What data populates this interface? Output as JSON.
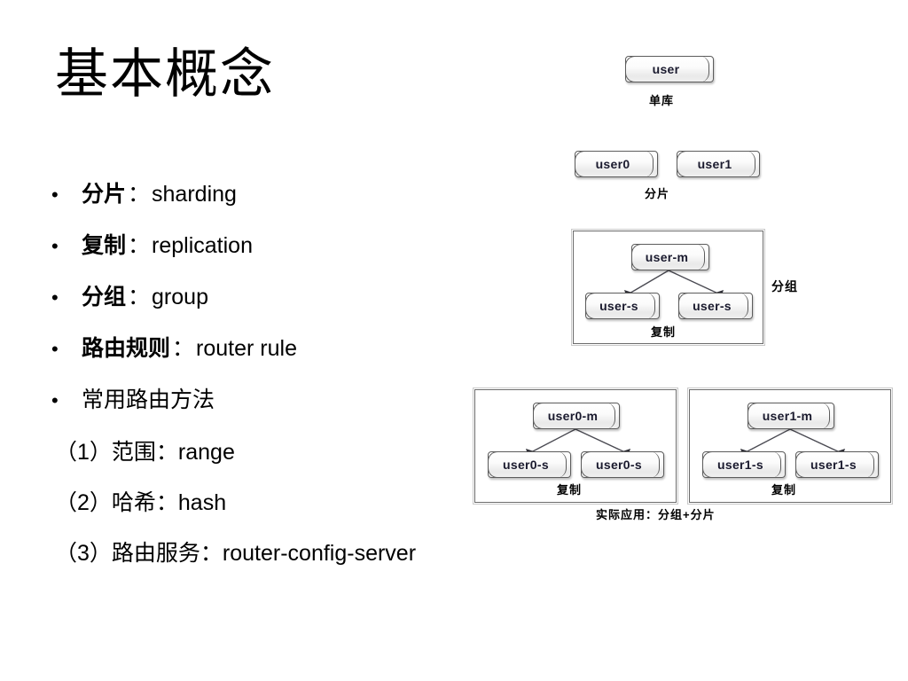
{
  "slide": {
    "title": "基本概念"
  },
  "bullets": [
    {
      "mark": "•",
      "term": "分片",
      "sep": "：",
      "def": "sharding"
    },
    {
      "mark": "•",
      "term": "复制",
      "sep": "：",
      "def": "replication"
    },
    {
      "mark": "•",
      "term": "分组",
      "sep": "：",
      "def": "group"
    },
    {
      "mark": "•",
      "term": "路由规则",
      "sep": "：",
      "def": "router rule"
    },
    {
      "mark": "•",
      "term": "常用路由方法",
      "sep": "",
      "def": ""
    }
  ],
  "sub_items": [
    {
      "text": "（1）范围：range"
    },
    {
      "text": "（2）哈希：hash"
    },
    {
      "text": "（3）路由服务：router-config-server"
    }
  ],
  "diagrams": {
    "single_db": {
      "node": "user",
      "caption": "单库"
    },
    "sharding": {
      "nodes": [
        "user0",
        "user1"
      ],
      "caption": "分片"
    },
    "group": {
      "master": "user-m",
      "slaves": [
        "user-s",
        "user-s"
      ],
      "inner_caption": "复制",
      "side_caption": "分组"
    },
    "applied": {
      "caption": "实际应用：分组+分片",
      "groups": [
        {
          "master": "user0-m",
          "slaves": [
            "user0-s",
            "user0-s"
          ],
          "inner_caption": "复制"
        },
        {
          "master": "user1-m",
          "slaves": [
            "user1-s",
            "user1-s"
          ],
          "inner_caption": "复制"
        }
      ]
    }
  },
  "colors": {
    "text": "#000000",
    "node_border": "#5c5c5c",
    "node_label": "#1a1a2e",
    "frame_border": "#6b6b6b",
    "arrow": "#4a4a52",
    "background": "#ffffff"
  }
}
